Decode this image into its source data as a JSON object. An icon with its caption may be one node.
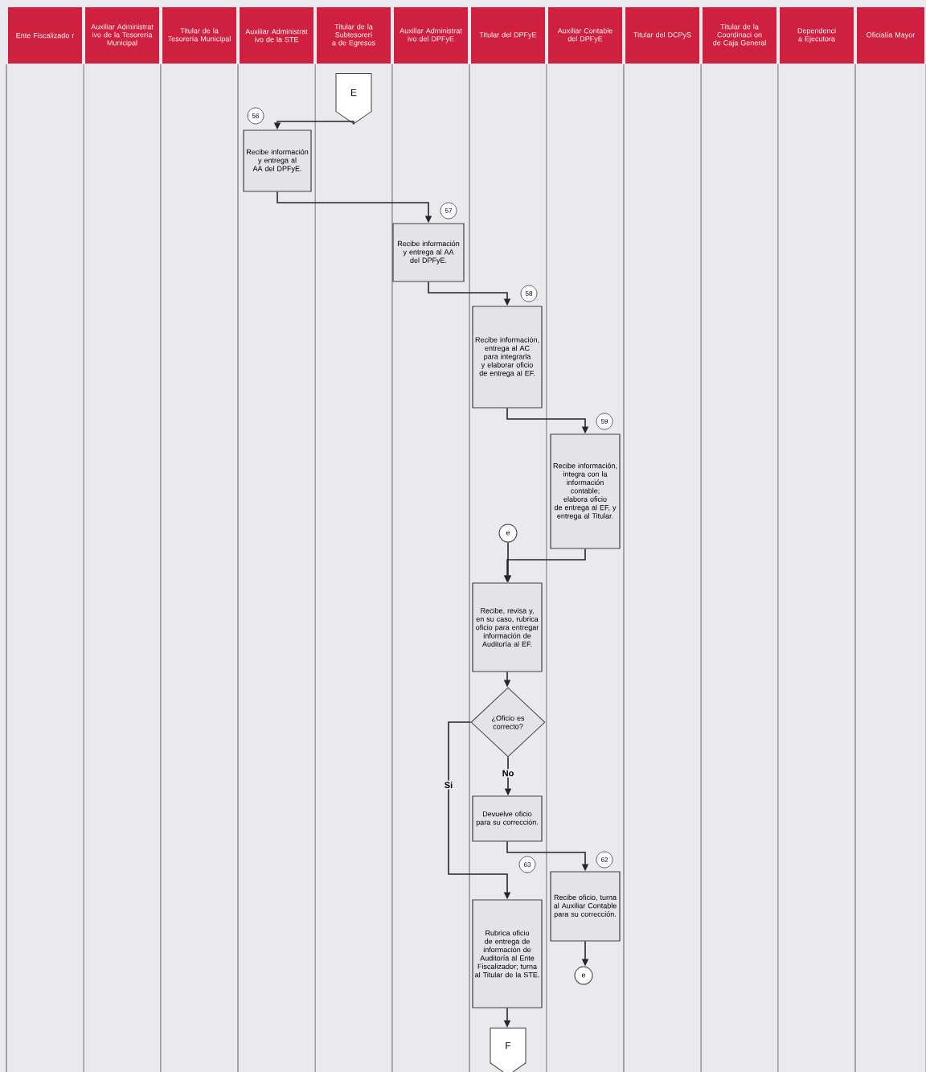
{
  "diagram": {
    "nodes": [
      {
        "text": [
          "Ente Fiscalizado r"
        ]
      },
      {
        "text": [
          "Auxiliar Administrat ivo de la Tesorería Municipal"
        ]
      },
      {
        "text": [
          "Titular de la Tesorería Municipal"
        ]
      },
      {
        "text": [
          "Auxiliar Administrat ivo de la STE"
        ]
      },
      {
        "text": [
          "Titular de la Subtesorerí a de Egresos"
        ]
      },
      {
        "text": [
          "Auxiliar Administrat ivo del DPFyE"
        ]
      },
      {
        "text": [
          "Titular del DPFyE"
        ]
      },
      {
        "text": [
          "Auxiliar Contable del DPFyE"
        ]
      },
      {
        "text": [
          "Titular del DCPyS"
        ]
      },
      {
        "text": [
          "Titular de la Coordinaci on de Caja General"
        ]
      },
      {
        "text": [
          "Dependenci a Ejecutora"
        ]
      },
      {
        "text": [
          "Oficialía Mayor"
        ]
      },
      {
        "text": [
          "E"
        ]
      },
      {
        "text": [
          "56"
        ]
      },
      {
        "text": [
          "Recibe información y entrega al AA del DPFyE."
        ]
      },
      {
        "text": [
          "57"
        ]
      },
      {
        "text": [
          "Recibe información y entrega al AA del DPFyE."
        ]
      },
      {
        "text": [
          "58"
        ]
      },
      {
        "text": [
          "Recibe información, entrega al AC para integrarla y elaborar oficio de entrega al EF."
        ]
      },
      {
        "text": [
          "59"
        ]
      },
      {
        "text": [
          "Recibe información, integra con la información contable; elabora oficio de entrega al EF, y entrega al Titular."
        ]
      },
      {
        "text": [
          "e"
        ]
      },
      {
        "text": [
          "Recibe, revisa y, en su caso, rubrica oficio para entregar información de Auditoría al EF."
        ]
      },
      {
        "text": [
          "¿Oficio es correcto?"
        ]
      },
      {
        "text": [
          "Devuelve oficio para su corrección."
        ]
      },
      {
        "text": [
          "62"
        ]
      },
      {
        "text": [
          "63"
        ]
      },
      {
        "text": [
          "Recibe oficio, turna al Auxiliar Contable para su corrección."
        ]
      },
      {
        "text": [
          "Rubrica oficio de entrega de información de Auditoría al Ente Fiscalizador; turna al Titular de la STE."
        ]
      },
      {
        "text": [
          "e"
        ]
      },
      {
        "text": [
          "F"
        ]
      }
    ],
    "edges": [
      {
        "from": 12,
        "to": 14,
        "arrow": "to"
      },
      {
        "from": 14,
        "to": 16,
        "arrow": "to"
      },
      {
        "from": 16,
        "to": 18,
        "arrow": "to"
      },
      {
        "from": 18,
        "to": 20,
        "arrow": "to"
      },
      {
        "from": 20,
        "to": 22,
        "arrow": "to"
      },
      {
        "from": 21,
        "to": 22,
        "arrow": "to"
      },
      {
        "from": 22,
        "to": 23,
        "arrow": "to"
      },
      {
        "from": 23,
        "to": 24,
        "arrow": "to",
        "label": "No"
      },
      {
        "from": 23,
        "to": 28,
        "arrow": "to",
        "label": "Si"
      },
      {
        "from": 24,
        "to": 27,
        "arrow": "to"
      },
      {
        "from": 27,
        "to": 29,
        "arrow": "to"
      },
      {
        "from": 28,
        "to": 30,
        "arrow": "to"
      }
    ]
  }
}
